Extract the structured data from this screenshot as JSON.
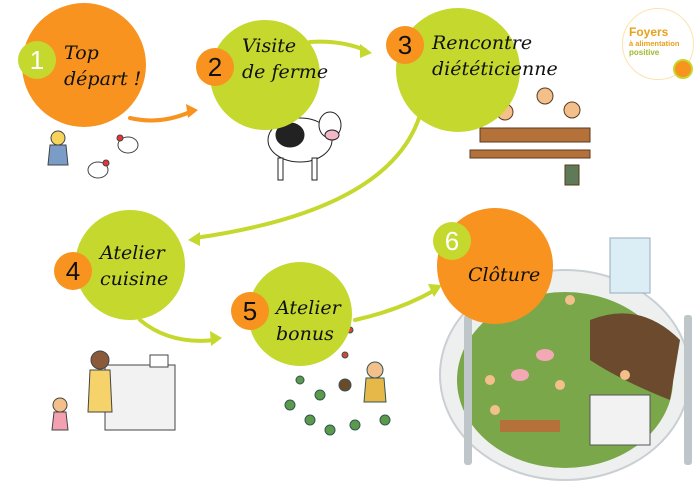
{
  "steps": [
    {
      "number": "1",
      "line1": "Top",
      "line2": "départ !"
    },
    {
      "number": "2",
      "line1": "Visite",
      "line2": "de ferme"
    },
    {
      "number": "3",
      "line1": "Rencontre",
      "line2": "diététicienne"
    },
    {
      "number": "4",
      "line1": "Atelier",
      "line2": "cuisine"
    },
    {
      "number": "5",
      "line1": "Atelier",
      "line2": "bonus"
    },
    {
      "number": "6",
      "line1": "Clôture",
      "line2": ""
    }
  ],
  "logo": {
    "line1": "Foyers",
    "line2": "à alimentation",
    "line3": "positive"
  },
  "colors": {
    "orange": "#f7931e",
    "green": "#c5d82e"
  }
}
